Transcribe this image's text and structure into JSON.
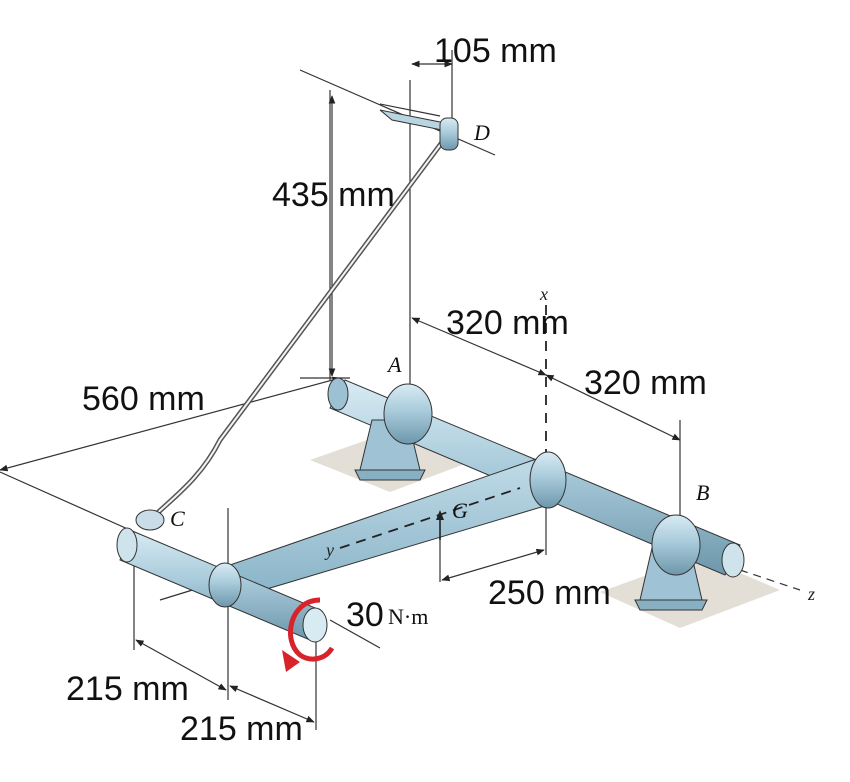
{
  "dimensions": {
    "d105": "105 mm",
    "d435": "435 mm",
    "d320a": "320 mm",
    "d320b": "320 mm",
    "d560": "560 mm",
    "d250": "250 mm",
    "d215a": "215 mm",
    "d215b": "215 mm"
  },
  "moment": {
    "value": "30",
    "unit": "N·m"
  },
  "points": {
    "A": "A",
    "B": "B",
    "C": "C",
    "D": "D",
    "G": "G"
  },
  "axes": {
    "x": "x",
    "y": "y",
    "z": "z"
  },
  "colors": {
    "shaft": "#a8c8d8",
    "shaft_dark": "#6f9bb0",
    "arm": "#9cc3d6",
    "ground": "#e0dcd4",
    "moment_arrow": "#d9232a"
  }
}
